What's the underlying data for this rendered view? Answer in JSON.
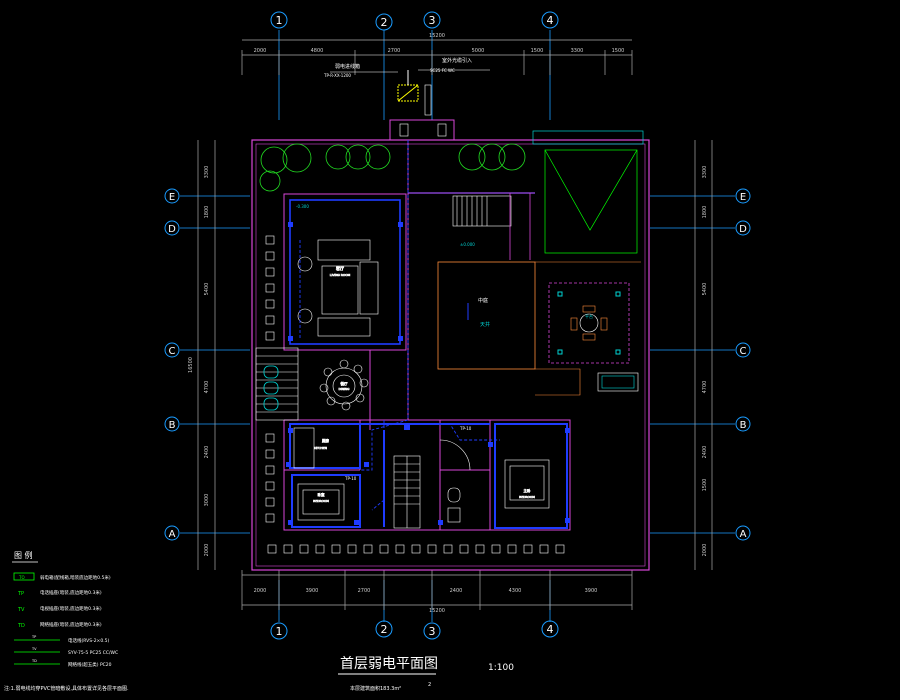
{
  "title": "首层弱电平面图",
  "scale": "1:100",
  "subtitle": "本层建筑面积183.3m²",
  "page_no": "2",
  "axes": {
    "columns": [
      "1",
      "2",
      "3",
      "4"
    ],
    "rows": [
      "E",
      "D",
      "C",
      "B",
      "A"
    ]
  },
  "dims": {
    "top_row": [
      "2000",
      "4800",
      "2700",
      "5000",
      "1500",
      "3300",
      "1500"
    ],
    "top_total": "15200",
    "bottom_row": [
      "2000",
      "3900",
      "2700",
      "2400",
      "4300",
      "3900"
    ],
    "bottom_total": "15200",
    "left_total": "16500",
    "left_row": [
      "3300",
      "1800",
      "5400",
      "4700",
      "2400",
      "3000",
      "2000"
    ],
    "right_row": [
      "3300",
      "1800",
      "5400",
      "4700",
      "2400",
      "1500",
      "2000"
    ]
  },
  "annotations": {
    "entry_box": "弱电进线箱",
    "entry_box_sub": "TP-R-XX-1200",
    "entry_cable": "室外光缆引入",
    "entry_cable_sub": "SC25 FC WC",
    "tp_label_1": "TP-10",
    "tp_label_2": "TP-10",
    "living_room": "客厅",
    "living_room_en": "LIVING ROOM",
    "dining": "餐厅",
    "dining_en": "DINING",
    "kitchen": "厨房",
    "kitchen_en": "KITCHEN",
    "bedroom_left": "卧室",
    "bedroom_left_en": "BEDROOM",
    "bedroom_right": "主卧",
    "bedroom_right_en": "BEDROOM",
    "courtyard": "中庭",
    "courtyard_sub": "天井",
    "terrace": "平台",
    "lv_label": "±0.000",
    "lv_label_2": "-0.300"
  },
  "legend": {
    "heading": "图 例",
    "items": [
      {
        "sym": "TO",
        "text": "弱电箱(配线箱,暗装底边距地0.5米)"
      },
      {
        "sym": "TP",
        "text": "电话插座(暗装,底边距地0.3米)"
      },
      {
        "sym": "TV",
        "text": "电视插座(暗装,底边距地0.3米)"
      },
      {
        "sym": "TD",
        "text": "网络插座(暗装,底边距地0.3米)"
      },
      {
        "sym": "TP",
        "text": "电话线(RVS-2×0.5)"
      },
      {
        "sym": "TV",
        "text": "SYV-75-5 PC25 CC/WC"
      },
      {
        "sym": "TD",
        "text": "网络线(超五类)  PC20"
      }
    ],
    "note": "注:1.弱电线均穿PVC管暗敷设,具体布置详见各层平面图."
  },
  "colors": {
    "wall": "#d946d9",
    "furniture": "#ffffff",
    "symbol": "#1f3cff",
    "annot": "#00d4d4",
    "tree": "#22dd22",
    "dim": "#cccccc",
    "axis": "#1a9cff",
    "courtyard": "#ff8c3a"
  }
}
